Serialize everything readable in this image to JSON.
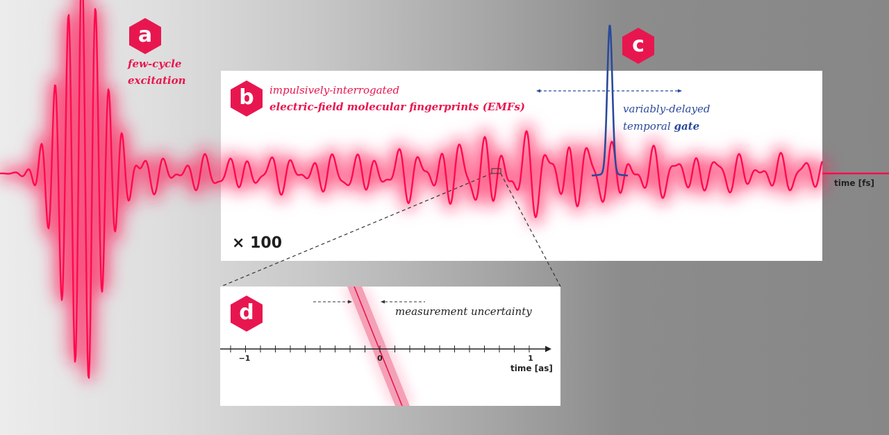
{
  "colors": {
    "accent_pink": "#ff0a4e",
    "badge_pink": "#e8164f",
    "gate_blue": "#2a4a9a",
    "text_dark": "#222222",
    "panel_bg": "#ffffff",
    "uncertainty_band": "#f4a0b6"
  },
  "badges": [
    {
      "id": "a",
      "letter": "a"
    },
    {
      "id": "b",
      "letter": "b"
    },
    {
      "id": "c",
      "letter": "c"
    },
    {
      "id": "d",
      "letter": "d"
    }
  ],
  "labels": {
    "a_line1": "few-cycle",
    "a_line2": "excitation",
    "b_line1": "impulsively-interrogated",
    "b_line2": "electric-field molecular fingerprints (EMFs)",
    "c_line1": "variably-delayed",
    "c_line2_plain": "temporal ",
    "c_line2_bold": "gate",
    "d_text": "measurement uncertainty",
    "scale_factor": "× 100",
    "main_axis_label": "time [fs]",
    "inset_axis_label": "time [as]"
  },
  "chart_data": [
    {
      "type": "line",
      "title": "few-cycle excitation and EMF waveform",
      "xlabel": "time [fs]",
      "ylabel": "",
      "series": [
        {
          "name": "few-cycle excitation pulse",
          "description": "large-amplitude few-cycle pulse centered near x≈115px, ~12 visible cycles"
        },
        {
          "name": "electric-field molecular fingerprint (EMF) ×100",
          "description": "low-amplitude long-lasting oscillating tail from x≈318 to 1184px"
        },
        {
          "name": "variably-delayed temporal gate",
          "description": "narrow blue gating pulse at x≈878px with delay range arrow"
        }
      ],
      "annotations": [
        "a",
        "b",
        "c",
        "× 100"
      ]
    },
    {
      "type": "line",
      "title": "measurement uncertainty inset",
      "xlabel": "time [as]",
      "x_ticks": [
        -1,
        0,
        1
      ],
      "minor_tick_step": 0.1,
      "xlim": [
        -1.15,
        1.1
      ],
      "annotations": [
        "d",
        "measurement uncertainty"
      ]
    }
  ]
}
